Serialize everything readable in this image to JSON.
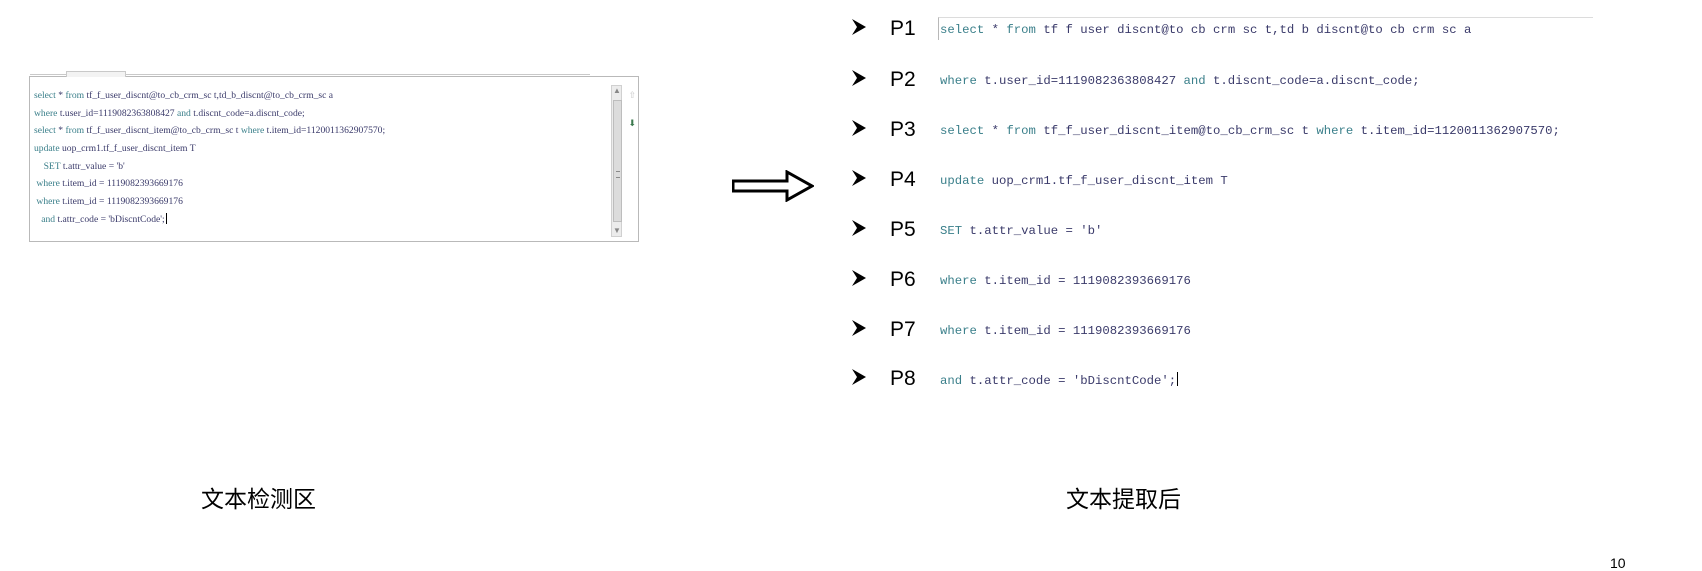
{
  "editor": {
    "lines": [
      [
        {
          "t": "select",
          "k": true
        },
        {
          "t": " * ",
          "k": false
        },
        {
          "t": "from",
          "k": true
        },
        {
          "t": " tf_f_user_discnt@to_cb_crm_sc t,td_b_discnt@to_cb_crm_sc a",
          "k": false
        }
      ],
      [
        {
          "t": "where",
          "k": true
        },
        {
          "t": " t.user_id=1119082363808427 ",
          "k": false
        },
        {
          "t": "and",
          "k": true
        },
        {
          "t": " t.discnt_code=a.discnt_code;",
          "k": false
        }
      ],
      [
        {
          "t": "select",
          "k": true
        },
        {
          "t": " * ",
          "k": false
        },
        {
          "t": "from",
          "k": true
        },
        {
          "t": " tf_f_user_discnt_item@to_cb_crm_sc t ",
          "k": false
        },
        {
          "t": "where",
          "k": true
        },
        {
          "t": " t.item_id=1120011362907570;",
          "k": false
        }
      ],
      [
        {
          "t": "update",
          "k": true
        },
        {
          "t": " uop_crm1.tf_f_user_discnt_item T",
          "k": false
        }
      ],
      [
        {
          "t": "    SET",
          "k": true
        },
        {
          "t": " t.attr_value = 'b'",
          "k": false
        }
      ],
      [
        {
          "t": " where",
          "k": true
        },
        {
          "t": " t.item_id = 1119082393669176",
          "k": false
        }
      ],
      [
        {
          "t": " where",
          "k": true
        },
        {
          "t": " t.item_id = 1119082393669176",
          "k": false
        }
      ],
      [
        {
          "t": "   and",
          "k": true
        },
        {
          "t": " t.attr_code = 'bDiscntCode';",
          "k": false
        }
      ]
    ]
  },
  "extracted": [
    {
      "label": "P1",
      "code": [
        {
          "t": "select",
          "k": true
        },
        {
          "t": " * ",
          "k": false
        },
        {
          "t": "from",
          "k": true
        },
        {
          "t": " tf f user discnt@to cb crm sc t,td b discnt@to cb crm sc a",
          "k": false
        }
      ]
    },
    {
      "label": "P2",
      "code": [
        {
          "t": "where",
          "k": true
        },
        {
          "t": " t.user_id=1119082363808427 ",
          "k": false
        },
        {
          "t": "and",
          "k": true
        },
        {
          "t": " t.discnt_code=a.discnt_code;",
          "k": false
        }
      ]
    },
    {
      "label": "P3",
      "code": [
        {
          "t": "select",
          "k": true
        },
        {
          "t": " * ",
          "k": false
        },
        {
          "t": "from",
          "k": true
        },
        {
          "t": " tf_f_user_discnt_item@to_cb_crm_sc t ",
          "k": false
        },
        {
          "t": "where",
          "k": true
        },
        {
          "t": " t.item_id=1120011362907570;",
          "k": false
        }
      ]
    },
    {
      "label": "P4",
      "code": [
        {
          "t": "update",
          "k": true
        },
        {
          "t": " uop_crm1.tf_f_user_discnt_item T",
          "k": false
        }
      ]
    },
    {
      "label": "P5",
      "code": [
        {
          "t": "SET",
          "k": true
        },
        {
          "t": " t.attr_value = 'b'",
          "k": false
        }
      ]
    },
    {
      "label": "P6",
      "code": [
        {
          "t": "where",
          "k": true
        },
        {
          "t": " t.item_id = 1119082393669176",
          "k": false
        }
      ]
    },
    {
      "label": "P7",
      "code": [
        {
          "t": "where",
          "k": true
        },
        {
          "t": " t.item_id = 1119082393669176",
          "k": false
        }
      ]
    },
    {
      "label": "P8",
      "code": [
        {
          "t": "and",
          "k": true
        },
        {
          "t": " t.attr_code = 'bDiscntCode';",
          "k": false
        }
      ]
    }
  ],
  "captions": {
    "left": "文本检测区",
    "right": "文本提取后"
  },
  "page_number": "10",
  "icons": {
    "bullet": "arrowhead-bullet-icon",
    "transform_arrow": "double-line-right-arrow-icon"
  },
  "colors": {
    "keyword": "#3a7f8a",
    "code_text": "#3a3a6a"
  }
}
